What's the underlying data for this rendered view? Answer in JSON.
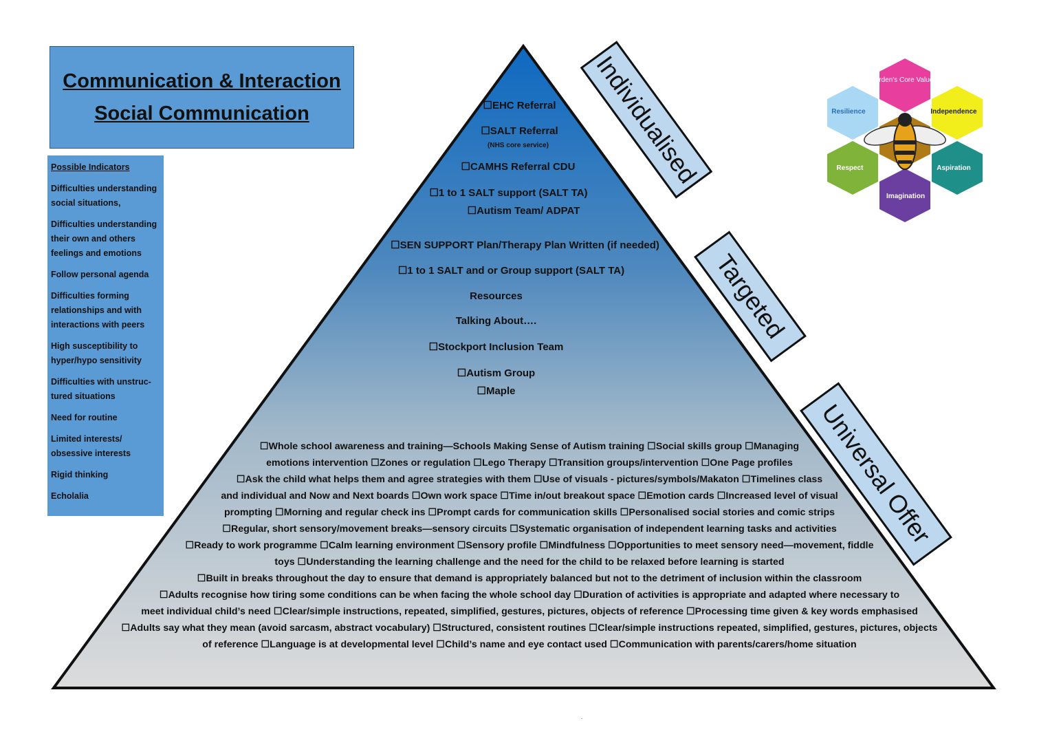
{
  "title": {
    "line1": "Communication &  Interaction",
    "line2": "Social Communication"
  },
  "indicators": {
    "heading": "Possible Indicators",
    "items": [
      "Difficulties understanding social  situations,",
      "Difficulties understanding their own and others feelings and emotions",
      "Follow personal agenda",
      "Difficulties forming relationships and with interactions with peers",
      "High susceptibility to hyper/hypo sensitivity",
      "Difficulties with unstruc-tured situations",
      "Need for routine",
      "Limited interests/ obsessive interests",
      "Rigid thinking",
      "Echolalia"
    ]
  },
  "tiers": {
    "individualised": "Individualised",
    "targeted": "Targeted",
    "universal": "Universal Offer"
  },
  "individualised_items": [
    "☐EHC Referral",
    "☐SALT Referral",
    "(NHS core service)",
    "☐CAMHS Referral CDU",
    "☐1 to 1 SALT support (SALT TA)",
    "☐Autism Team/ ADPAT"
  ],
  "targeted_items": [
    "☐SEN SUPPORT Plan/Therapy Plan Written (if needed)",
    "☐1 to 1 SALT and or Group support (SALT TA)",
    "Resources",
    "Talking About….",
    "☐Stockport Inclusion Team",
    "☐Autism Group",
    "☐Maple"
  ],
  "universal_lines": [
    "☐Whole school awareness and training—Schools Making Sense of Autism training ☐Social skills group  ☐Managing",
    "emotions intervention ☐Zones or regulation ☐Lego Therapy ☐Transition groups/intervention ☐One Page profiles",
    "☐Ask the child what helps them and agree strategies with them  ☐Use of visuals  - pictures/symbols/Makaton  ☐Timelines class",
    "and individual and Now and Next boards ☐Own work space ☐Time in/out breakout space ☐Emotion cards ☐Increased level of visual",
    "prompting ☐Morning and regular check ins ☐Prompt cards for communication skills ☐Personalised social stories and comic strips",
    "☐Regular, short sensory/movement breaks—sensory circuits ☐Systematic organisation of independent learning tasks and activities",
    "☐Ready to work programme ☐Calm learning environment ☐Sensory profile  ☐Mindfulness ☐Opportunities to meet sensory need—movement, fiddle",
    "toys ☐Understanding the learning challenge and the need for the child to be relaxed before learning is started",
    "☐Built in breaks throughout the day to ensure that demand is appropriately balanced but not to the detriment of inclusion within the classroom",
    "☐Adults recognise how tiring some conditions can be when facing the whole school day ☐Duration of activities is appropriate and adapted where necessary to",
    "meet individual child’s need ☐Clear/simple instructions, repeated, simplified, gestures, pictures, objects of reference ☐Processing time given & key words emphasised",
    "☐Adults say what they mean (avoid sarcasm, abstract vocabulary) ☐Structured, consistent routines  ☐Clear/simple instructions repeated, simplified, gestures, pictures, objects",
    "of reference ☐Language is at developmental level ☐Child’s name and eye contact used ☐Communication with parents/carers/home situation"
  ],
  "logo": {
    "center": "Arden's Core Values",
    "values": [
      "Resilience",
      "Independence",
      "Respect",
      "Aspiration",
      "Imagination"
    ],
    "colors": {
      "core": "#e83e9e",
      "resilience": "#a9d8f5",
      "independence": "#f2ee1c",
      "respect": "#7fb33a",
      "aspiration": "#1f8f8a",
      "imagination": "#6a3fa0",
      "bee": "#e7a21b"
    }
  },
  "colors": {
    "box_blue": "#5b9bd5",
    "band_blue": "#bdd7ee",
    "pyramid_top": "#0f6cc2",
    "pyramid_bottom": "#dcdcdc"
  }
}
